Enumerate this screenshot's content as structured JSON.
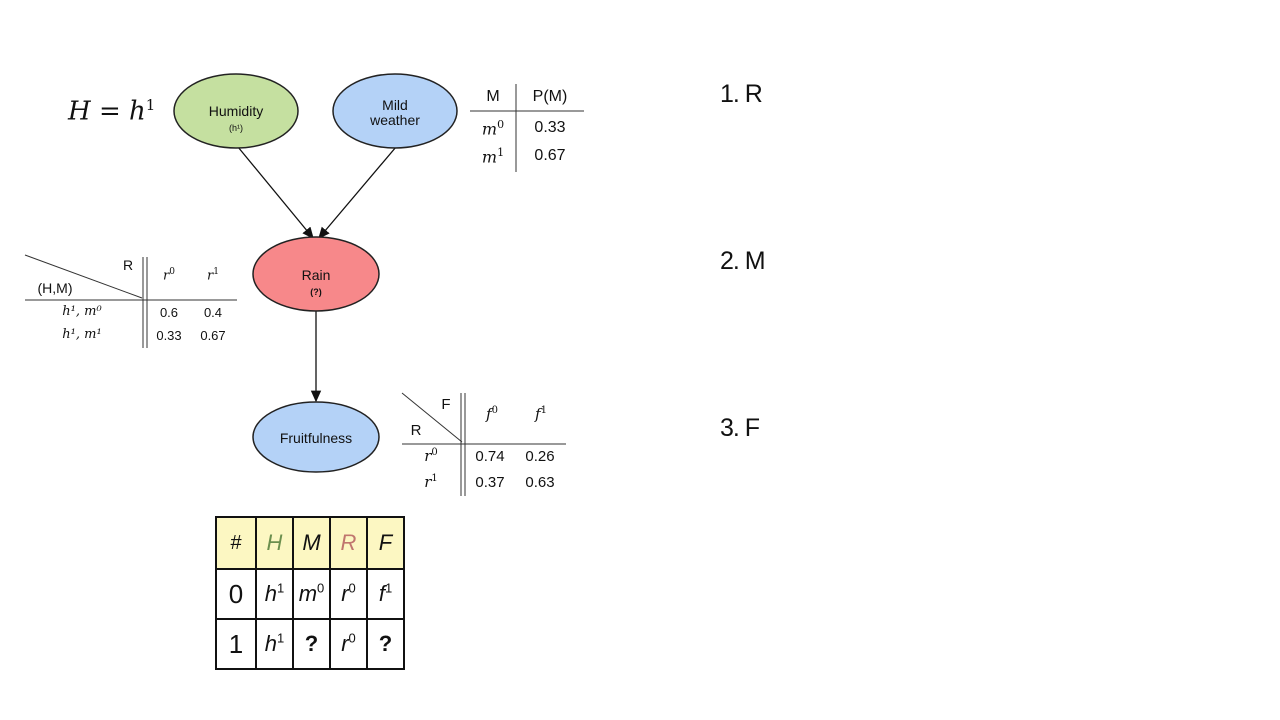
{
  "evidence": {
    "variable": "H",
    "equals": "=",
    "value": "h",
    "superscript": "1"
  },
  "nodes": {
    "humidity": {
      "label": "Humidity",
      "sub": "(h¹)",
      "color": "#c5e0a0"
    },
    "mild_weather": {
      "label_line1": "Mild",
      "label_line2": "weather",
      "color": "#b4d2f7"
    },
    "rain": {
      "label": "Rain",
      "sub": "(?)",
      "color": "#f7888a"
    },
    "fruitfulness": {
      "label": "Fruitfulness",
      "color": "#b4d2f7"
    }
  },
  "cpt_m": {
    "headers": [
      "M",
      "P(M)"
    ],
    "rows": [
      {
        "state": "m",
        "sup": "0",
        "p": "0.33"
      },
      {
        "state": "m",
        "sup": "1",
        "p": "0.67"
      }
    ]
  },
  "cpt_r": {
    "col_var": "R",
    "row_var": "(H,M)",
    "col_states": [
      {
        "s": "r",
        "sup": "0"
      },
      {
        "s": "r",
        "sup": "1"
      }
    ],
    "rows": [
      {
        "label": "h¹, m⁰",
        "values": [
          "0.6",
          "0.4"
        ]
      },
      {
        "label": "h¹, m¹",
        "values": [
          "0.33",
          "0.67"
        ]
      }
    ]
  },
  "cpt_f": {
    "col_var": "F",
    "row_var": "R",
    "col_states": [
      {
        "s": "f",
        "sup": "0"
      },
      {
        "s": "f",
        "sup": "1"
      }
    ],
    "rows": [
      {
        "s": "r",
        "sup": "0",
        "values": [
          "0.74",
          "0.26"
        ]
      },
      {
        "s": "r",
        "sup": "1",
        "values": [
          "0.37",
          "0.63"
        ]
      }
    ]
  },
  "steps": [
    "1. R",
    "2. M",
    "3. F"
  ],
  "samples": {
    "headers": [
      "#",
      "H",
      "M",
      "R",
      "F"
    ],
    "header_colors": {
      "H": "#6b8f4e",
      "R": "#c0766e"
    },
    "rows": [
      {
        "idx": "0",
        "H": "h",
        "H_sup": "1",
        "M": "m",
        "M_sup": "0",
        "R": "r",
        "R_sup": "0",
        "F": "f",
        "F_sup": "1"
      },
      {
        "idx": "1",
        "H": "h",
        "H_sup": "1",
        "M": "?",
        "M_sup": "",
        "R": "r",
        "R_sup": "0",
        "F": "?",
        "F_sup": ""
      }
    ]
  }
}
